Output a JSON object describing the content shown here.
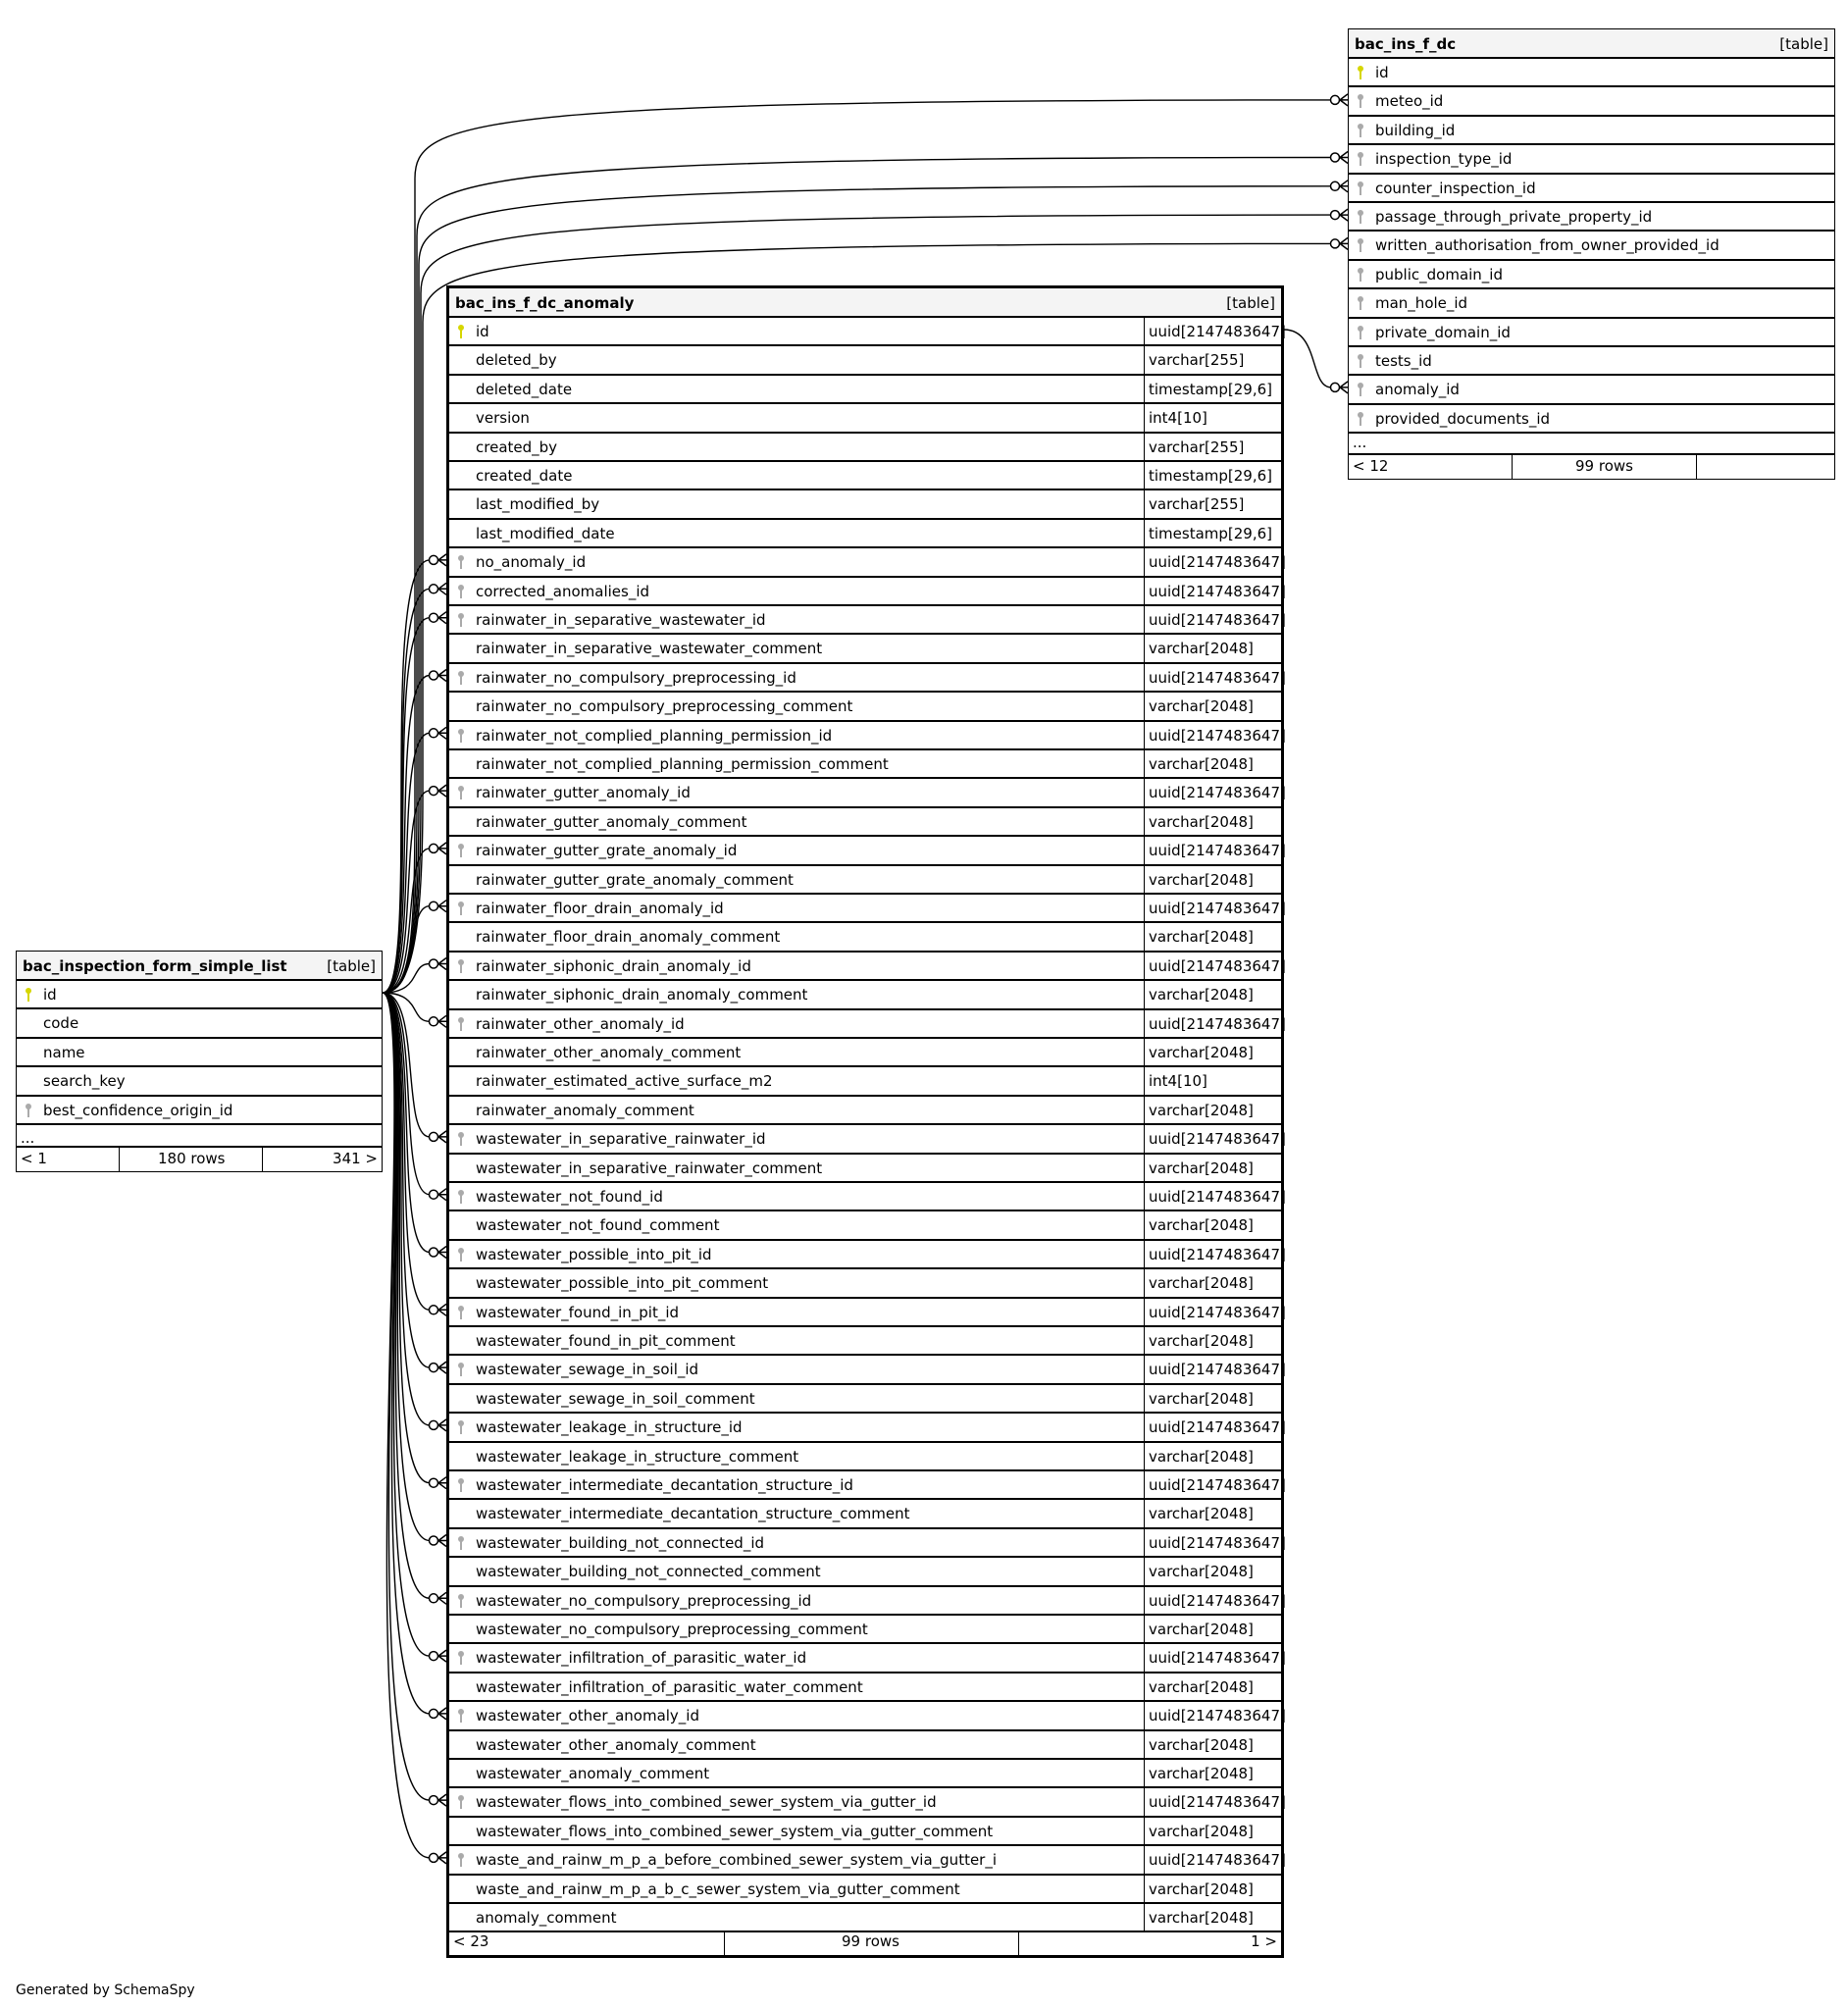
{
  "colors": {
    "primary_key": "#d6d600",
    "foreign_key": "#aaaaaa",
    "header_bg": "#f4f4f4"
  },
  "left_table": {
    "name": "bac_inspection_form_simple_list",
    "type": "[table]",
    "columns": [
      {
        "name": "id",
        "key": "pk"
      },
      {
        "name": "code",
        "key": ""
      },
      {
        "name": "name",
        "key": ""
      },
      {
        "name": "search_key",
        "key": ""
      },
      {
        "name": "best_confidence_origin_id",
        "key": "fk"
      }
    ],
    "ellipsis": "...",
    "footer": {
      "left": "< 1",
      "middle": "180 rows",
      "right": "341 >"
    }
  },
  "main_table": {
    "name": "bac_ins_f_dc_anomaly",
    "type": "[table]",
    "columns": [
      {
        "name": "id",
        "type": "uuid[2147483647]",
        "key": "pk"
      },
      {
        "name": "deleted_by",
        "type": "varchar[255]",
        "key": ""
      },
      {
        "name": "deleted_date",
        "type": "timestamp[29,6]",
        "key": ""
      },
      {
        "name": "version",
        "type": "int4[10]",
        "key": ""
      },
      {
        "name": "created_by",
        "type": "varchar[255]",
        "key": ""
      },
      {
        "name": "created_date",
        "type": "timestamp[29,6]",
        "key": ""
      },
      {
        "name": "last_modified_by",
        "type": "varchar[255]",
        "key": ""
      },
      {
        "name": "last_modified_date",
        "type": "timestamp[29,6]",
        "key": ""
      },
      {
        "name": "no_anomaly_id",
        "type": "uuid[2147483647]",
        "key": "fk"
      },
      {
        "name": "corrected_anomalies_id",
        "type": "uuid[2147483647]",
        "key": "fk"
      },
      {
        "name": "rainwater_in_separative_wastewater_id",
        "type": "uuid[2147483647]",
        "key": "fk"
      },
      {
        "name": "rainwater_in_separative_wastewater_comment",
        "type": "varchar[2048]",
        "key": ""
      },
      {
        "name": "rainwater_no_compulsory_preprocessing_id",
        "type": "uuid[2147483647]",
        "key": "fk"
      },
      {
        "name": "rainwater_no_compulsory_preprocessing_comment",
        "type": "varchar[2048]",
        "key": ""
      },
      {
        "name": "rainwater_not_complied_planning_permission_id",
        "type": "uuid[2147483647]",
        "key": "fk"
      },
      {
        "name": "rainwater_not_complied_planning_permission_comment",
        "type": "varchar[2048]",
        "key": ""
      },
      {
        "name": "rainwater_gutter_anomaly_id",
        "type": "uuid[2147483647]",
        "key": "fk"
      },
      {
        "name": "rainwater_gutter_anomaly_comment",
        "type": "varchar[2048]",
        "key": ""
      },
      {
        "name": "rainwater_gutter_grate_anomaly_id",
        "type": "uuid[2147483647]",
        "key": "fk"
      },
      {
        "name": "rainwater_gutter_grate_anomaly_comment",
        "type": "varchar[2048]",
        "key": ""
      },
      {
        "name": "rainwater_floor_drain_anomaly_id",
        "type": "uuid[2147483647]",
        "key": "fk"
      },
      {
        "name": "rainwater_floor_drain_anomaly_comment",
        "type": "varchar[2048]",
        "key": ""
      },
      {
        "name": "rainwater_siphonic_drain_anomaly_id",
        "type": "uuid[2147483647]",
        "key": "fk"
      },
      {
        "name": "rainwater_siphonic_drain_anomaly_comment",
        "type": "varchar[2048]",
        "key": ""
      },
      {
        "name": "rainwater_other_anomaly_id",
        "type": "uuid[2147483647]",
        "key": "fk"
      },
      {
        "name": "rainwater_other_anomaly_comment",
        "type": "varchar[2048]",
        "key": ""
      },
      {
        "name": "rainwater_estimated_active_surface_m2",
        "type": "int4[10]",
        "key": ""
      },
      {
        "name": "rainwater_anomaly_comment",
        "type": "varchar[2048]",
        "key": ""
      },
      {
        "name": "wastewater_in_separative_rainwater_id",
        "type": "uuid[2147483647]",
        "key": "fk"
      },
      {
        "name": "wastewater_in_separative_rainwater_comment",
        "type": "varchar[2048]",
        "key": ""
      },
      {
        "name": "wastewater_not_found_id",
        "type": "uuid[2147483647]",
        "key": "fk"
      },
      {
        "name": "wastewater_not_found_comment",
        "type": "varchar[2048]",
        "key": ""
      },
      {
        "name": "wastewater_possible_into_pit_id",
        "type": "uuid[2147483647]",
        "key": "fk"
      },
      {
        "name": "wastewater_possible_into_pit_comment",
        "type": "varchar[2048]",
        "key": ""
      },
      {
        "name": "wastewater_found_in_pit_id",
        "type": "uuid[2147483647]",
        "key": "fk"
      },
      {
        "name": "wastewater_found_in_pit_comment",
        "type": "varchar[2048]",
        "key": ""
      },
      {
        "name": "wastewater_sewage_in_soil_id",
        "type": "uuid[2147483647]",
        "key": "fk"
      },
      {
        "name": "wastewater_sewage_in_soil_comment",
        "type": "varchar[2048]",
        "key": ""
      },
      {
        "name": "wastewater_leakage_in_structure_id",
        "type": "uuid[2147483647]",
        "key": "fk"
      },
      {
        "name": "wastewater_leakage_in_structure_comment",
        "type": "varchar[2048]",
        "key": ""
      },
      {
        "name": "wastewater_intermediate_decantation_structure_id",
        "type": "uuid[2147483647]",
        "key": "fk"
      },
      {
        "name": "wastewater_intermediate_decantation_structure_comment",
        "type": "varchar[2048]",
        "key": ""
      },
      {
        "name": "wastewater_building_not_connected_id",
        "type": "uuid[2147483647]",
        "key": "fk"
      },
      {
        "name": "wastewater_building_not_connected_comment",
        "type": "varchar[2048]",
        "key": ""
      },
      {
        "name": "wastewater_no_compulsory_preprocessing_id",
        "type": "uuid[2147483647]",
        "key": "fk"
      },
      {
        "name": "wastewater_no_compulsory_preprocessing_comment",
        "type": "varchar[2048]",
        "key": ""
      },
      {
        "name": "wastewater_infiltration_of_parasitic_water_id",
        "type": "uuid[2147483647]",
        "key": "fk"
      },
      {
        "name": "wastewater_infiltration_of_parasitic_water_comment",
        "type": "varchar[2048]",
        "key": ""
      },
      {
        "name": "wastewater_other_anomaly_id",
        "type": "uuid[2147483647]",
        "key": "fk"
      },
      {
        "name": "wastewater_other_anomaly_comment",
        "type": "varchar[2048]",
        "key": ""
      },
      {
        "name": "wastewater_anomaly_comment",
        "type": "varchar[2048]",
        "key": ""
      },
      {
        "name": "wastewater_flows_into_combined_sewer_system_via_gutter_id",
        "type": "uuid[2147483647]",
        "key": "fk"
      },
      {
        "name": "wastewater_flows_into_combined_sewer_system_via_gutter_comment",
        "type": "varchar[2048]",
        "key": ""
      },
      {
        "name": "waste_and_rainw_m_p_a_before_combined_sewer_system_via_gutter_i",
        "type": "uuid[2147483647]",
        "key": "fk"
      },
      {
        "name": "waste_and_rainw_m_p_a_b_c_sewer_system_via_gutter_comment",
        "type": "varchar[2048]",
        "key": ""
      },
      {
        "name": "anomaly_comment",
        "type": "varchar[2048]",
        "key": ""
      }
    ],
    "footer": {
      "left": "< 23",
      "middle": "99 rows",
      "right": "1 >"
    }
  },
  "right_table": {
    "name": "bac_ins_f_dc",
    "type": "[table]",
    "columns": [
      {
        "name": "id",
        "key": "pk"
      },
      {
        "name": "meteo_id",
        "key": "fk"
      },
      {
        "name": "building_id",
        "key": "fk"
      },
      {
        "name": "inspection_type_id",
        "key": "fk"
      },
      {
        "name": "counter_inspection_id",
        "key": "fk"
      },
      {
        "name": "passage_through_private_property_id",
        "key": "fk"
      },
      {
        "name": "written_authorisation_from_owner_provided_id",
        "key": "fk"
      },
      {
        "name": "public_domain_id",
        "key": "fk"
      },
      {
        "name": "man_hole_id",
        "key": "fk"
      },
      {
        "name": "private_domain_id",
        "key": "fk"
      },
      {
        "name": "tests_id",
        "key": "fk"
      },
      {
        "name": "anomaly_id",
        "key": "fk"
      },
      {
        "name": "provided_documents_id",
        "key": "fk"
      }
    ],
    "ellipsis": "...",
    "footer": {
      "left": "< 12",
      "middle": "99 rows",
      "right": ""
    }
  },
  "right_table_links_from_left": [
    "meteo_id",
    "inspection_type_id",
    "counter_inspection_id",
    "passage_through_private_property_id",
    "written_authorisation_from_owner_provided_id"
  ],
  "generated_by": "Generated by SchemaSpy"
}
